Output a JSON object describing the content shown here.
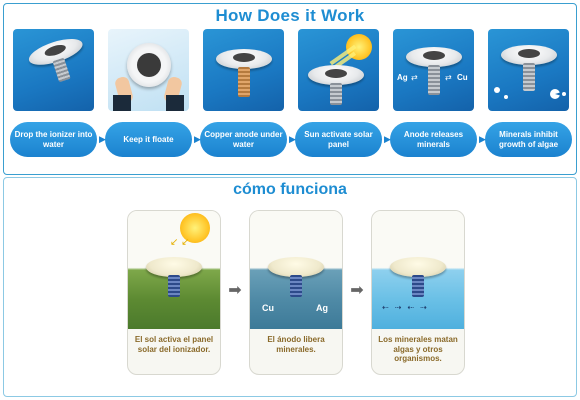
{
  "top": {
    "title": "How Does it Work",
    "steps": [
      {
        "label": "Drop the ionizer into water"
      },
      {
        "label": "Keep it floate"
      },
      {
        "label": "Copper anode under water"
      },
      {
        "label": "Sun activate solar panel"
      },
      {
        "label": "Anode releases minerals"
      },
      {
        "label": "Minerals inhibit growth of algae"
      }
    ],
    "ion_labels": {
      "ag": "Ag",
      "cu": "Cu"
    }
  },
  "bottom": {
    "title": "cómo funciona",
    "steps": [
      {
        "text": "El sol activa el panel solar del ionizador."
      },
      {
        "text": "El ánodo libera minerales."
      },
      {
        "text": "Los minerales matan algas y otros organismos."
      }
    ],
    "ion_labels": {
      "cu": "Cu",
      "ag": "Ag"
    }
  },
  "colors": {
    "accent": "#1e8dd2",
    "panel_border": "#3a9fd0",
    "caption_text": "#8a6a2a"
  }
}
